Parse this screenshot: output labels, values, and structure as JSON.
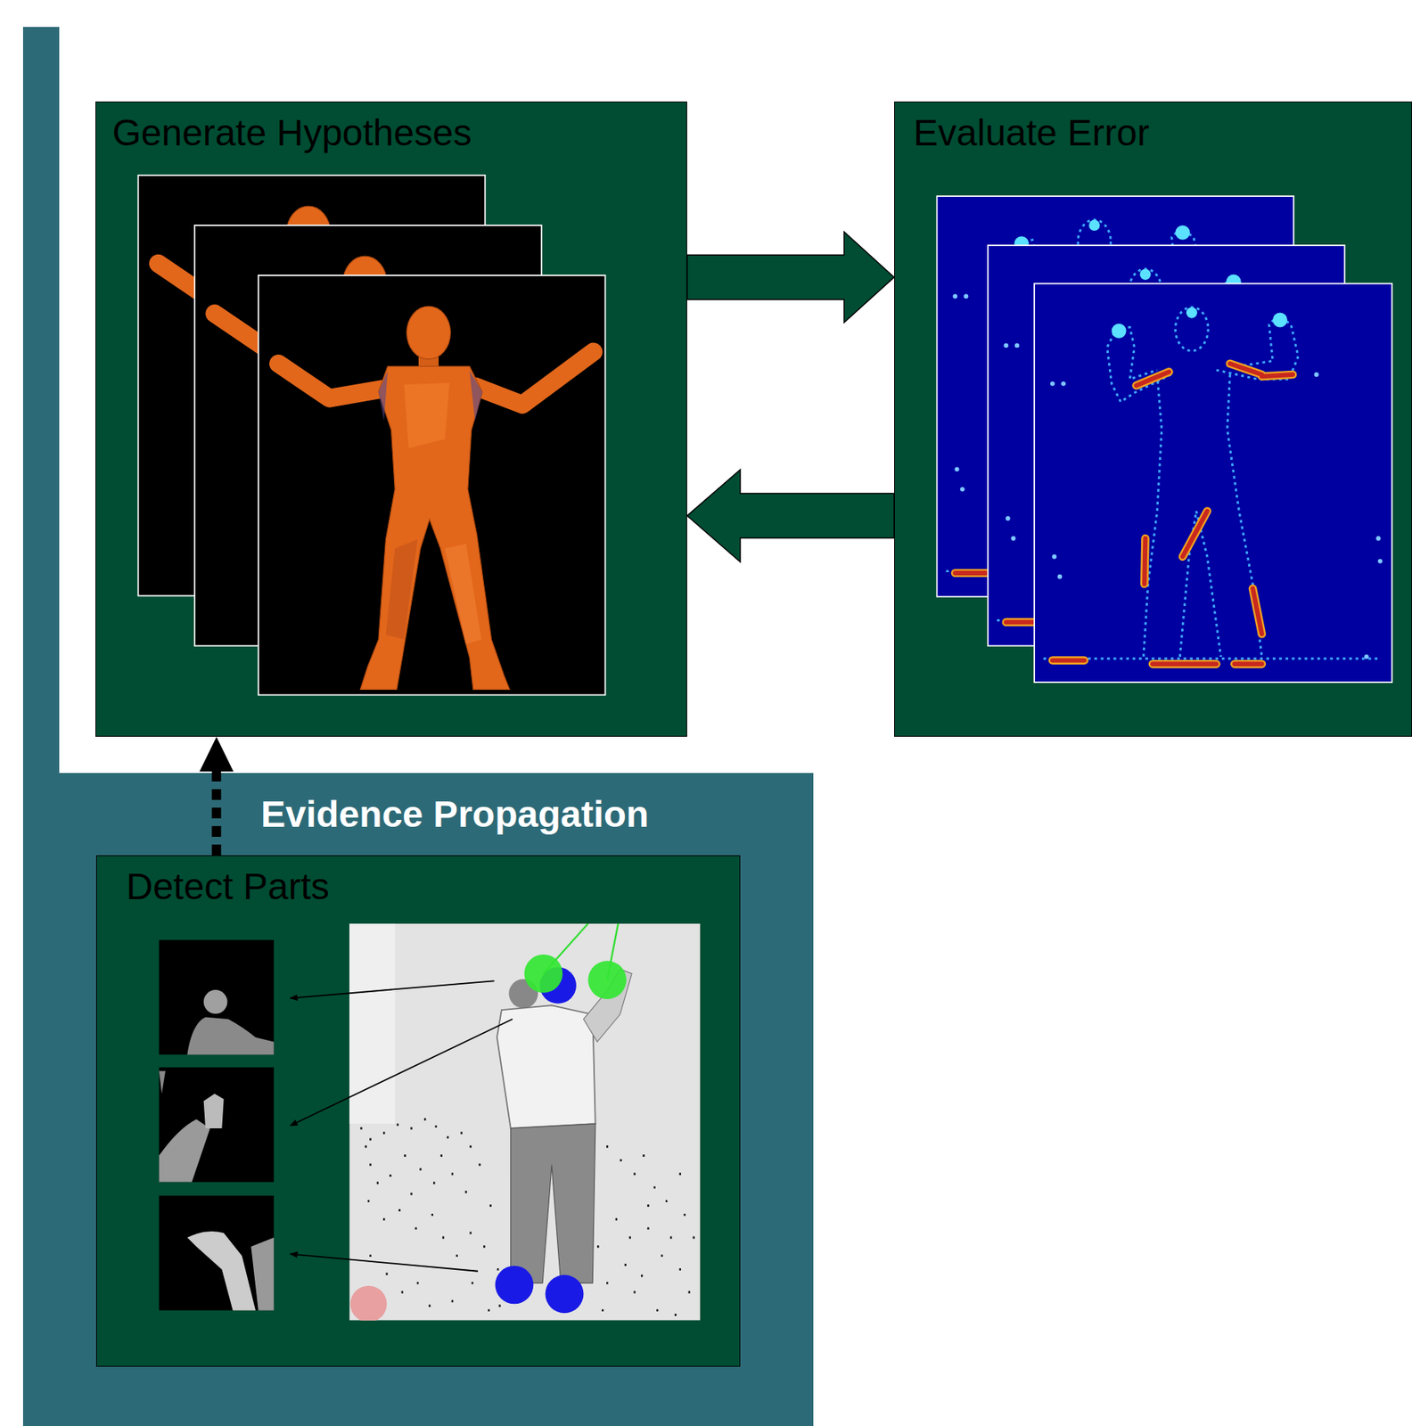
{
  "diagram": {
    "nodes": [
      {
        "text": [
          "Generate Hypotheses"
        ]
      },
      {
        "text": [
          "Evaluate Error"
        ]
      },
      {
        "text": [
          "Evidence Propagation"
        ]
      },
      {
        "text": [
          "Detect Parts"
        ],
        "in": 2
      }
    ],
    "edges": [
      {
        "from": 0,
        "to": 1,
        "arrow": "to"
      },
      {
        "from": 1,
        "to": 0,
        "arrow": "to"
      },
      {
        "from": 3,
        "to": 0,
        "arrow": "to"
      }
    ]
  }
}
